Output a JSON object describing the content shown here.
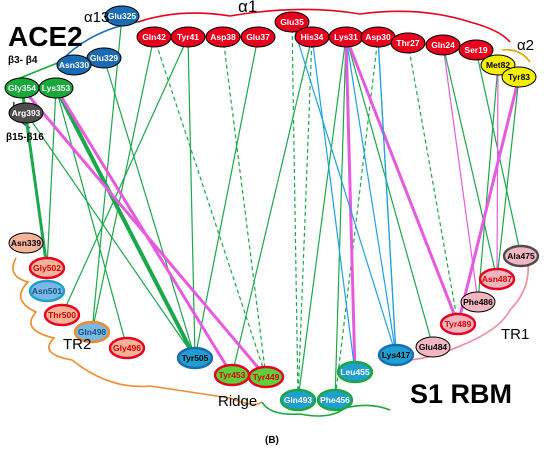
{
  "title_left": "ACE2",
  "title_right": "S1 RBM",
  "panel_label": "(B)",
  "segment_labels": {
    "alpha1": "α1",
    "alpha13": "α13",
    "alpha2": "α2",
    "beta3_4": "β3- β4",
    "beta15_16": "β15-β16",
    "tr1": "TR1",
    "tr2": "TR2",
    "ridge": "Ridge"
  },
  "residues": {
    "Gln42": "Gln42",
    "Tyr41": "Tyr41",
    "Asp38": "Asp38",
    "Glu37": "Glu37",
    "Glu35": "Glu35",
    "His34": "His34",
    "Lys31": "Lys31",
    "Asp30": "Asp30",
    "Thr27": "Thr27",
    "Gln24": "Gln24",
    "Ser19": "Ser19",
    "Met82": "Met82",
    "Tyr83": "Tyr83",
    "Glu325": "Glu325",
    "Glu329": "Glu329",
    "Asn330": "Asn330",
    "Gly354": "Gly354",
    "Lys353": "Lys353",
    "Arg393": "Arg393",
    "Asn339": "Asn339",
    "Gly502": "Gly502",
    "Asn501": "Asn501",
    "Thr500": "Thr500",
    "Gln498": "Gln498",
    "Gly496": "Gly496",
    "Tyr505": "Tyr505",
    "Tyr453": "Tyr453",
    "Tyr449": "Tyr449",
    "Gln493": "Gln493",
    "Phe456": "Phe456",
    "Leu455": "Leu455",
    "Lys417": "Lys417",
    "Glu484": "Glu484",
    "Tyr489": "Tyr489",
    "Phe486": "Phe486",
    "Asn487": "Asn487",
    "Ala475": "Ala475"
  },
  "colors": {
    "red": "#e8001c",
    "blue": "#1a6bb5",
    "green": "#19a83a",
    "yellow": "#f5ee00",
    "gray": "#4d4d4d",
    "lightBlue": "#7ab9e3",
    "salmon": "#f6b39a",
    "pink": "#f2b6c0",
    "limeGreen": "#5fcf3a",
    "teal": "#1e9fd0",
    "orange": "#f08a2a",
    "lineGreen": "#1aa84a",
    "lineBlue": "#1ea0e8",
    "lineMagenta": "#e65adf"
  },
  "contacts": [
    {
      "from": "Gln42",
      "to": "Gln498",
      "style": "solid"
    },
    {
      "from": "Gln42",
      "to": "Tyr449",
      "style": "dashed"
    },
    {
      "from": "Tyr41",
      "to": "Tyr505",
      "style": "solid"
    },
    {
      "from": "Tyr41",
      "to": "Thr500",
      "style": "solid"
    },
    {
      "from": "Asp38",
      "to": "Tyr449",
      "style": "dashed"
    },
    {
      "from": "Glu37",
      "to": "Tyr505",
      "style": "solid"
    },
    {
      "from": "Glu35",
      "to": "Gln493",
      "style": "dashed"
    },
    {
      "from": "His34",
      "to": "Gln493",
      "style": "dashed"
    },
    {
      "from": "His34",
      "to": "Tyr453",
      "style": "solid"
    },
    {
      "from": "Lys31",
      "to": "Gln493",
      "style": "solid"
    },
    {
      "from": "Lys31",
      "to": "Phe456",
      "style": "solid"
    },
    {
      "from": "Lys31",
      "to": "Leu455",
      "style": "solid"
    },
    {
      "from": "Lys31",
      "to": "Tyr489",
      "style": "solid"
    },
    {
      "from": "Lys31",
      "to": "Glu484",
      "style": "solid"
    },
    {
      "from": "Asp30",
      "to": "Lys417",
      "style": "solid"
    },
    {
      "from": "Asp30",
      "to": "Phe456",
      "style": "dashed"
    },
    {
      "from": "Thr27",
      "to": "Tyr489",
      "style": "dashed"
    },
    {
      "from": "Gln24",
      "to": "Asn487",
      "style": "solid"
    },
    {
      "from": "Ser19",
      "to": "Ala475",
      "style": "solid"
    },
    {
      "from": "Met82",
      "to": "Phe486",
      "style": "solid"
    },
    {
      "from": "Tyr83",
      "to": "Asn487",
      "style": "solid"
    },
    {
      "from": "Tyr83",
      "to": "Tyr489",
      "style": "solid"
    },
    {
      "from": "Glu325",
      "to": "Gln498",
      "style": "solid"
    },
    {
      "from": "Glu329",
      "to": "Tyr505",
      "style": "solid"
    },
    {
      "from": "Lys353",
      "to": "Gly496",
      "style": "solid"
    },
    {
      "from": "Lys353",
      "to": "Gly502",
      "style": "solid"
    },
    {
      "from": "Gly354",
      "to": "Gly502",
      "style": "solid"
    },
    {
      "from": "Arg393",
      "to": "Tyr505",
      "style": "solid"
    }
  ]
}
